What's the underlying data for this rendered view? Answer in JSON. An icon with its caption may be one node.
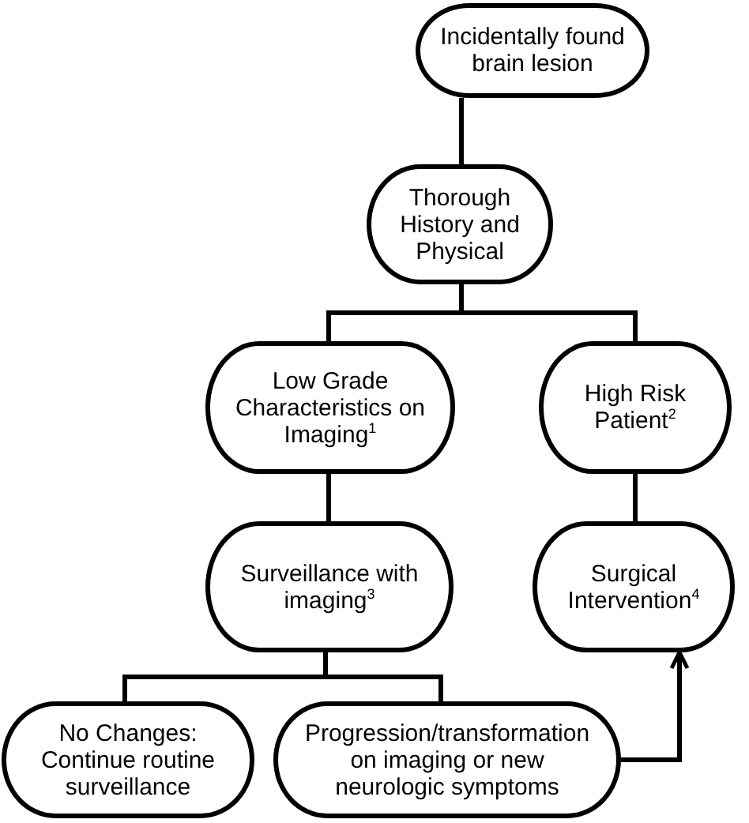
{
  "diagram": {
    "nodes": [
      {
        "text": [
          "Incidentally found brain lesion"
        ]
      },
      {
        "text": [
          "Thorough History and Physical"
        ]
      },
      {
        "text": [
          "Low Grade Characteristics on Imaging$^{1}$"
        ]
      },
      {
        "text": [
          "High Risk Patient$^{2}$"
        ]
      },
      {
        "text": [
          "Surveillance with imaging$^{3}$"
        ]
      },
      {
        "text": [
          "Surgical Intervention$^{4}$"
        ]
      },
      {
        "text": [
          "No Changes: Continue routine surveillance"
        ]
      },
      {
        "text": [
          "Progression/transformation on imaging or new neurologic symptoms"
        ]
      }
    ],
    "edges": [
      {
        "from": 0,
        "to": 1,
        "arrow": "none"
      },
      {
        "from": 1,
        "to": 2,
        "arrow": "none"
      },
      {
        "from": 1,
        "to": 3,
        "arrow": "none"
      },
      {
        "from": 2,
        "to": 4,
        "arrow": "none"
      },
      {
        "from": 3,
        "to": 5,
        "arrow": "none"
      },
      {
        "from": 4,
        "to": 6,
        "arrow": "none"
      },
      {
        "from": 4,
        "to": 7,
        "arrow": "none"
      },
      {
        "from": 7,
        "to": 5,
        "arrow": "to"
      }
    ]
  }
}
